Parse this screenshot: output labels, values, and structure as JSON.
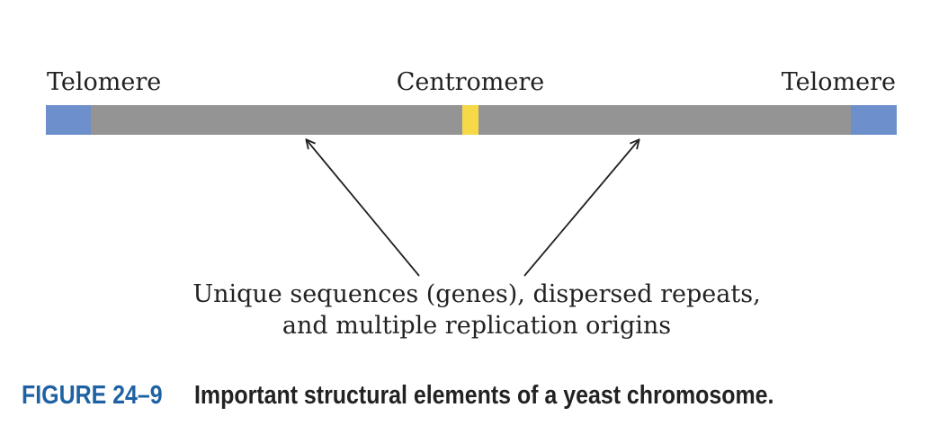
{
  "labels": {
    "telomere_left": "Telomere",
    "centromere": "Centromere",
    "telomere_right": "Telomere"
  },
  "annotation": {
    "line1": "Unique sequences (genes), dispersed repeats,",
    "line2": "and multiple replication origins"
  },
  "caption": {
    "number": "FIGURE 24–9",
    "title": "Important structural elements of a yeast chromosome."
  },
  "colors": {
    "telomere": "#6d8fcb",
    "chromosome_body": "#949494",
    "centromere": "#f7d948",
    "caption_number": "#1f62a3",
    "text": "#222222"
  }
}
